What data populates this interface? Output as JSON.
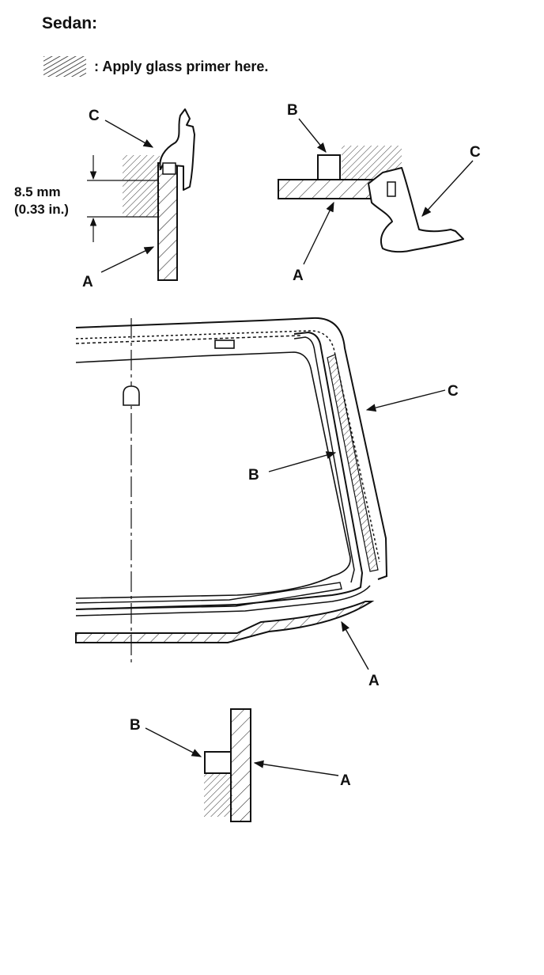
{
  "title": "Sedan:",
  "legend": {
    "text": ": Apply glass primer here."
  },
  "labels": {
    "a": "A",
    "b": "B",
    "c": "C"
  },
  "dimension": {
    "mm": "8.5 mm",
    "inches": "(0.33 in.)"
  }
}
